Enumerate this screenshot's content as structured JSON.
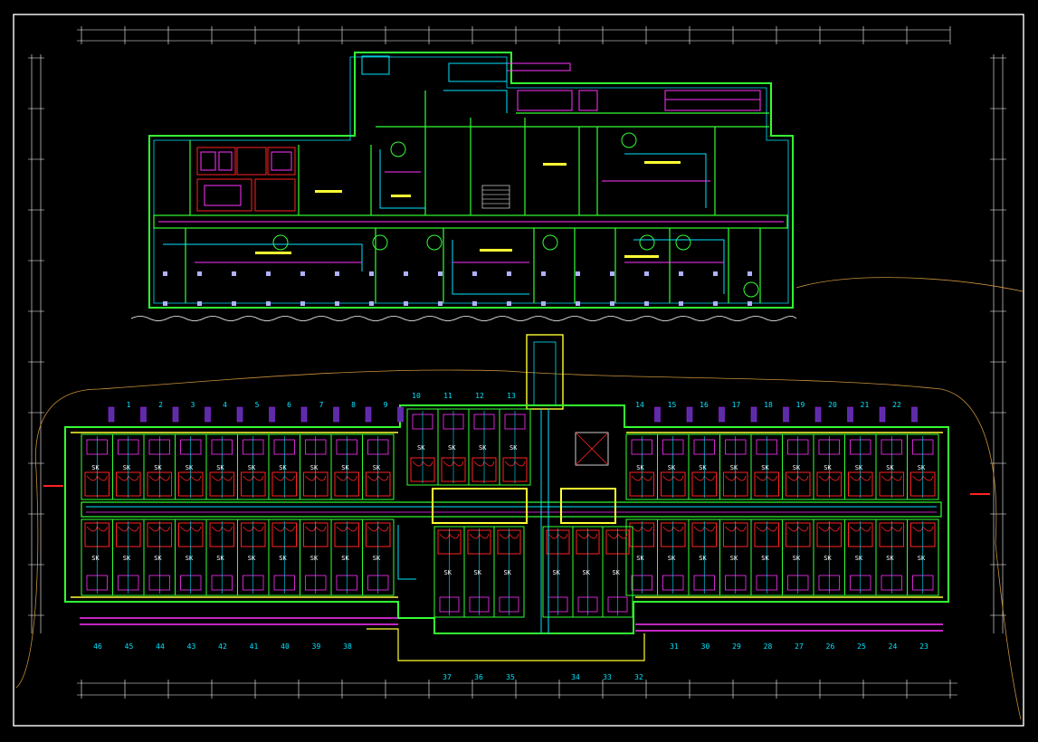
{
  "colors": {
    "background": "#000000",
    "frame": "#ffffff",
    "walls": "#33ff33",
    "ducts": "#00e5ff",
    "power": "#ff33ff",
    "fixtures": "#ff2222",
    "annot": "#ffff33",
    "border": "#a020f0",
    "site": "#c8913c"
  },
  "room_numbers": {
    "north_row": [
      "1",
      "2",
      "3",
      "4",
      "5",
      "6",
      "7",
      "8",
      "9",
      "10",
      "11",
      "12",
      "13",
      "14",
      "15",
      "16",
      "17",
      "18",
      "19",
      "20",
      "21",
      "22"
    ],
    "south_row_left": [
      "46",
      "45",
      "44",
      "43",
      "42",
      "41",
      "40",
      "39",
      "38"
    ],
    "south_row_right": [
      "31",
      "30",
      "29",
      "28",
      "27",
      "26",
      "25",
      "24",
      "23"
    ],
    "south_row_center_a": [
      "37",
      "36",
      "35"
    ],
    "south_row_center_b": [
      "34",
      "33",
      "32"
    ]
  },
  "room_code": "SK"
}
